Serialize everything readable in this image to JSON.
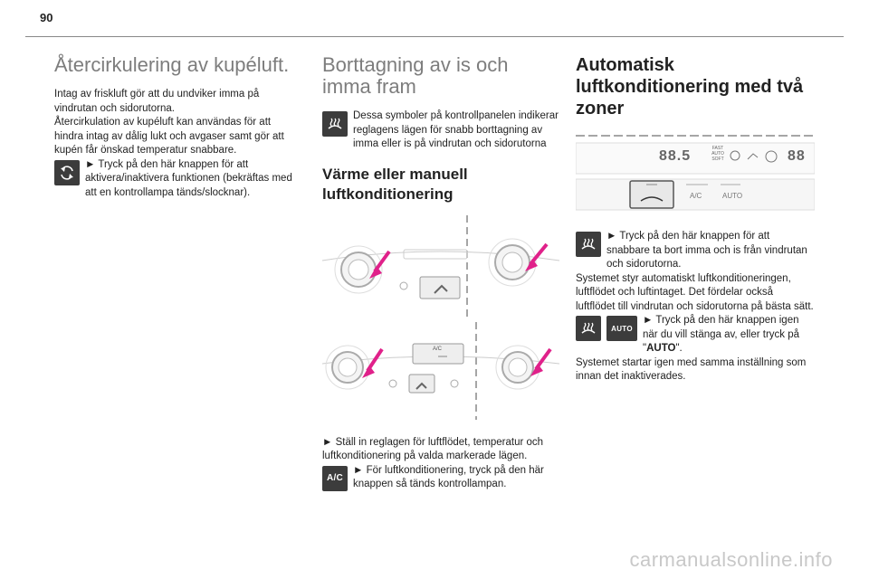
{
  "page_number": "90",
  "col1": {
    "title": "Återcirkulering av kupéluft.",
    "p1": "Intag av friskluft gör att du undviker imma på vindrutan och sidorutorna.",
    "p2": "Återcirkulation av kupéluft kan användas för att hindra intag av dålig lukt och avgaser samt gör att kupén får önskad temperatur snabbare.",
    "p3": "► Tryck på den här knappen för att aktivera/inaktivera funktionen (bekräftas med att en kontrollampa tänds/slocknar)."
  },
  "col2": {
    "title": "Borttagning av is och imma fram",
    "p1": "Dessa symboler på kontrollpanelen indikerar reglagens lägen för snabb borttagning av imma eller is på vindrutan och sidorutorna",
    "subtitle": "Värme eller manuell luftkonditionering",
    "ac_label": "A/C",
    "p2": "► Ställ in reglagen för luftflödet, temperatur och luftkonditionering på valda markerade lägen.",
    "p3": "► För luftkonditionering, tryck på den här knappen så tänds kontrollampan.",
    "ac_icon_label": "A/C"
  },
  "col3": {
    "title": "Automatisk luftkonditionering med två zoner",
    "display_left": "88.5",
    "display_right": "88",
    "fast_auto_soft": "FAST AUTO SOFT",
    "btn_ac": "A/C",
    "btn_auto": "AUTO",
    "p1": "► Tryck på den här knappen för att snabbare ta bort imma och is från vindrutan och sidorutorna.",
    "p2": "Systemet styr automatiskt luftkonditioneringen, luftflödet och luftintaget. Det fördelar också luftflödet till vindrutan och sidorutorna på bästa sätt.",
    "auto_icon_label": "AUTO",
    "p3a": "► Tryck på den här knappen igen när du vill stänga av, eller tryck på \"",
    "p3b": "AUTO",
    "p3c": "\".",
    "p4": "Systemet startar igen med samma inställning som innan det inaktiverades."
  },
  "watermark": "carmanualsonline.info",
  "colors": {
    "accent": "#e0218a",
    "icon_bg": "#3c3c3c",
    "heading_grey": "#7d7d7d"
  }
}
